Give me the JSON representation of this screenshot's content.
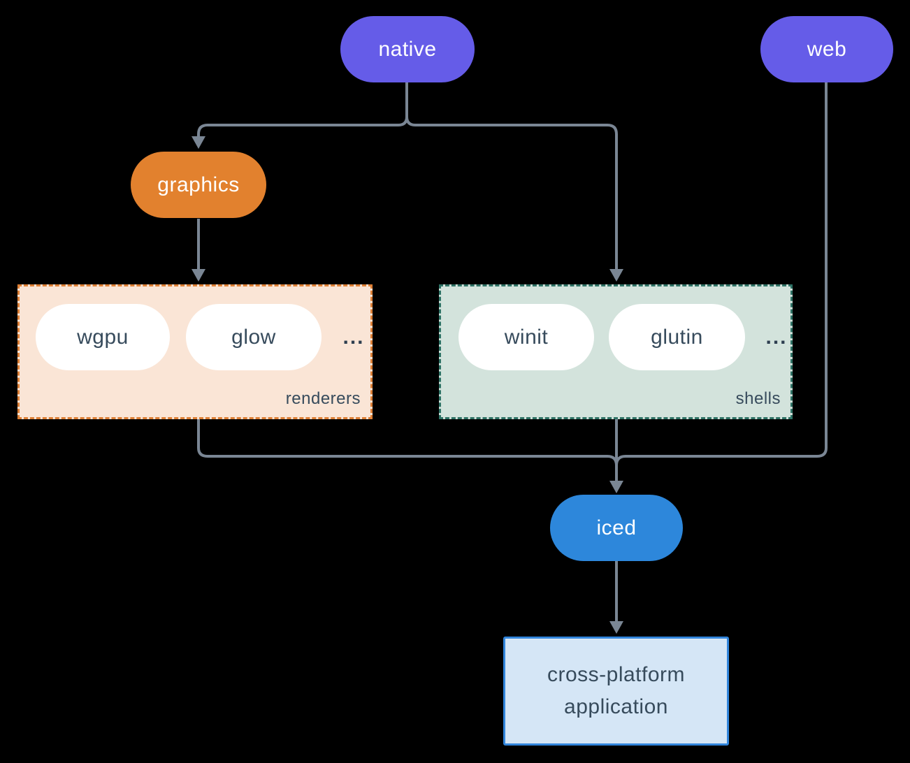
{
  "nodes": {
    "native": {
      "label": "native"
    },
    "web": {
      "label": "web"
    },
    "graphics": {
      "label": "graphics"
    },
    "iced": {
      "label": "iced"
    },
    "application": {
      "line1": "cross-platform",
      "line2": "application"
    }
  },
  "groups": {
    "renderers": {
      "label": "renderers",
      "items": [
        {
          "label": "wgpu"
        },
        {
          "label": "glow"
        }
      ],
      "ellipsis": "..."
    },
    "shells": {
      "label": "shells",
      "items": [
        {
          "label": "winit"
        },
        {
          "label": "glutin"
        }
      ],
      "ellipsis": "..."
    }
  },
  "colors": {
    "background": "#000000",
    "platform_pill": "#655CE8",
    "graphics_pill": "#E2812E",
    "iced_pill": "#2D87DB",
    "renderers_fill": "#FAE5D6",
    "renderers_border": "#DD7F35",
    "shells_fill": "#D3E3DC",
    "shells_border": "#2E7265",
    "item_pill": "#FFFFFF",
    "dark_text": "#374B5C",
    "connector": "#7A8694",
    "app_fill": "#D5E6F6",
    "app_border": "#3285DB"
  }
}
